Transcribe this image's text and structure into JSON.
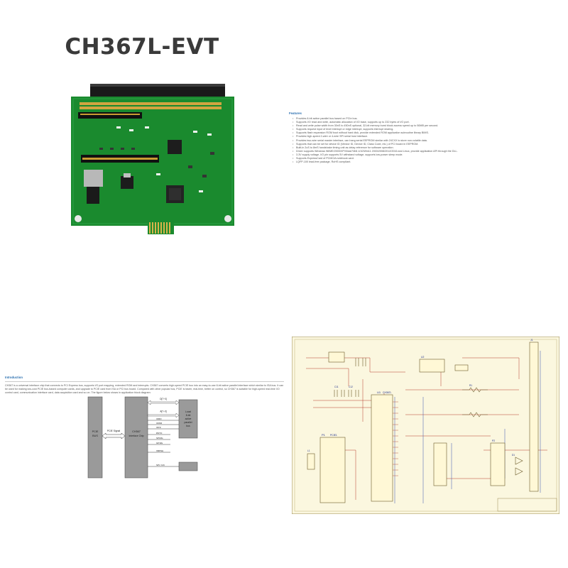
{
  "title": "CH367L-EVT",
  "features": {
    "heading": "Features",
    "items": [
      "Provides 8-bit active parallel bus based on PCIe bus.",
      "Supports I/O read and write, automatic allocation of I/O base, supports up to 232 bytes of I/O port.",
      "Read and write pulse width from 30nS to 450nS optional, 32-bit memory burst block access speed up to 50MB per second.",
      "Supports request input of level interrupt or edge interrupt, supports interrupt sharing.",
      "Supports flash expansion ROM boot without hard disk, provide extended ROM application subroutine library BIMS.",
      "Provides high-speed 2-wire or 4-wire SPI serial host interface.",
      "Provides two-wire serial master interface, can hang serial EEPROM similar with 24CXX to store non-volatile data.",
      "Supports that can be set for device ID (Vendor ID, Device ID, Class Code, etc.) of PCI board in EEPROM.",
      "Built-in 2uS to 8mS handshake timing unit as delay reference for software operation.",
      "Driver supports Windows 98/ME/2000/XP/Vista/7/8/8.1/10/Win11 2003/2008/2012/2016 and Linux, provide application API through the DLL.",
      "3.3V supply voltage, I/O pin supports 5V withstand voltage, supports low-power sleep mode.",
      "Supports ExpressCard of PCMCIA notebook card.",
      "LQFP-100 lead-free package, RoHS compliant."
    ]
  },
  "introduction": {
    "heading": "Introduction",
    "text": "CH367 is a universal interface chip that connects to PCI Express bus, supports I/O port mapping, extended ROM and interrupts. CH367 converts high-speed PCIE bus into an easy-to-use 8-bit active parallel interface which similar to ISA bus. It can be used for making low-cost PCIE bus-based computer cards, and upgrade to PCIE card from ISA or PCI bus board. Compared with other popular bus, PCIE is faster, real-time, better on control, so CH367 is suitable for high-speed real-time I/O control card, communication interface card, data acquisition card and so on. The figure below shows in application block diagram:"
  },
  "block_diagram": {
    "pcie_bus": [
      "PCIE",
      "BUS"
    ],
    "signal": "PCIE Signal",
    "chip": [
      "CH367",
      "Interface Chip"
    ],
    "device": [
      "Local",
      "8-bit",
      "active",
      "parallel",
      "bus"
    ],
    "signals": [
      "D[7~0]",
      "A[7~0]",
      "IORD",
      "IOWR",
      "INT#",
      "RSTO",
      "SPO#s",
      "GP1#s",
      "INB/NH",
      "SPI / I2C"
    ]
  },
  "schematic": {
    "labels": [
      "U1",
      "CH367L",
      "P1",
      "PCIE1",
      "C11",
      "C12",
      "D1",
      "J1",
      "U2",
      "P2",
      "R1",
      "L1"
    ]
  }
}
